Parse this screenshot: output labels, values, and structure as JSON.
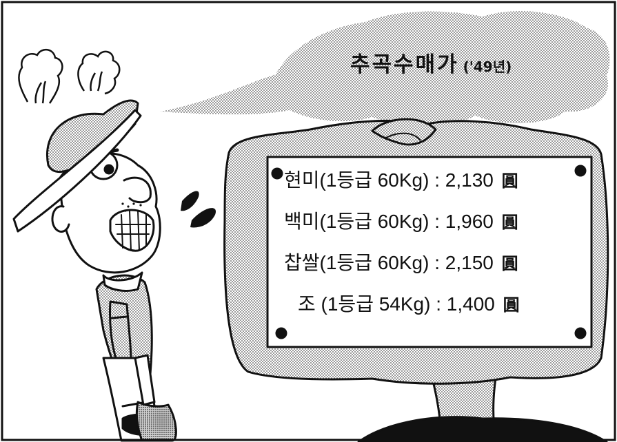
{
  "cloud": {
    "title": "추곡수매가",
    "year": "('49년)"
  },
  "sign": {
    "unit": "圓",
    "rows": [
      {
        "text": "현미(1등급 60Kg) : 2,130"
      },
      {
        "text": "백미(1등급 60Kg) : 1,960"
      },
      {
        "text": "찹쌀(1등급 60Kg) : 2,150"
      },
      {
        "text": "조 (1등급 54Kg) : 1,400"
      }
    ]
  },
  "colors": {
    "ink": "#111111",
    "halftone": "#bdbdbd",
    "paper": "#ffffff"
  }
}
